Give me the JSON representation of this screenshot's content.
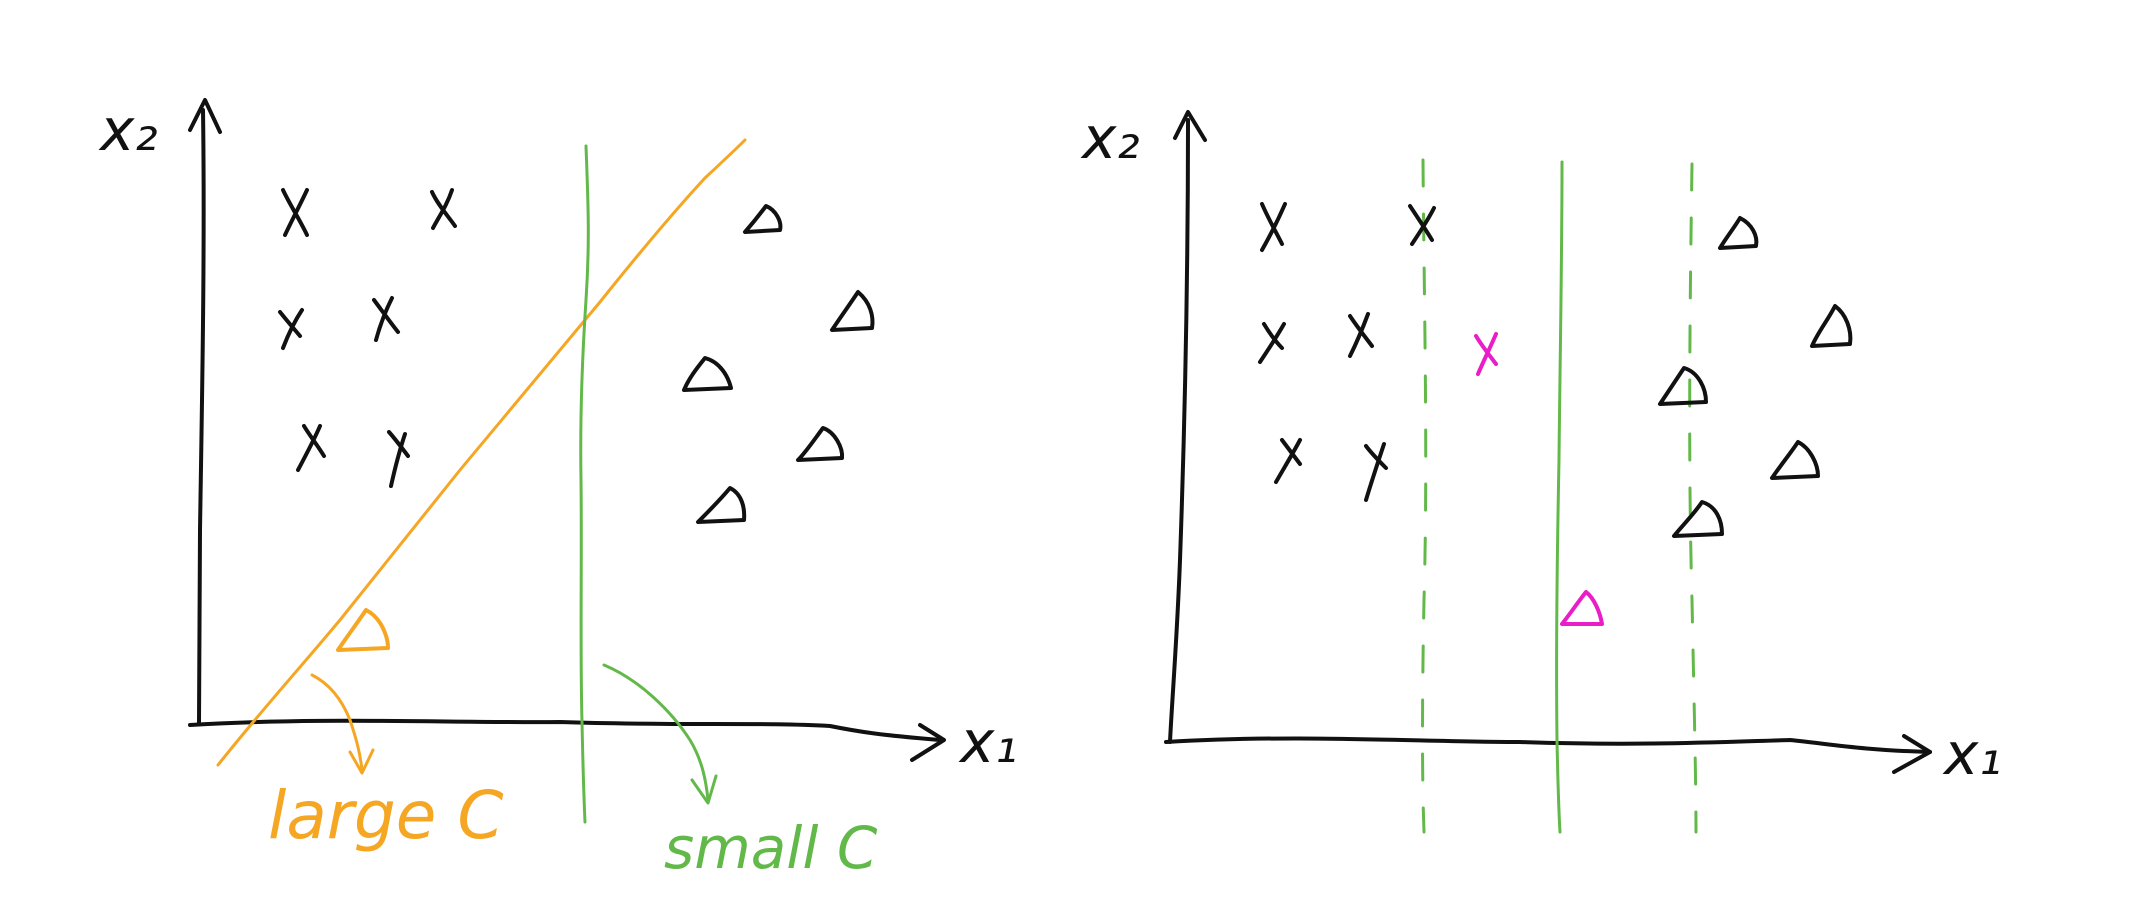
{
  "colors": {
    "ink": "#111111",
    "large_c": "#f5a623",
    "small_c": "#62b94a",
    "highlight": "#e91ec8"
  },
  "left_panel": {
    "x_axis_label": "x₁",
    "y_axis_label": "x₂",
    "large_c_label": "large C",
    "small_c_label": "small C"
  },
  "right_panel": {
    "x_axis_label": "x₁",
    "y_axis_label": "x₂"
  }
}
